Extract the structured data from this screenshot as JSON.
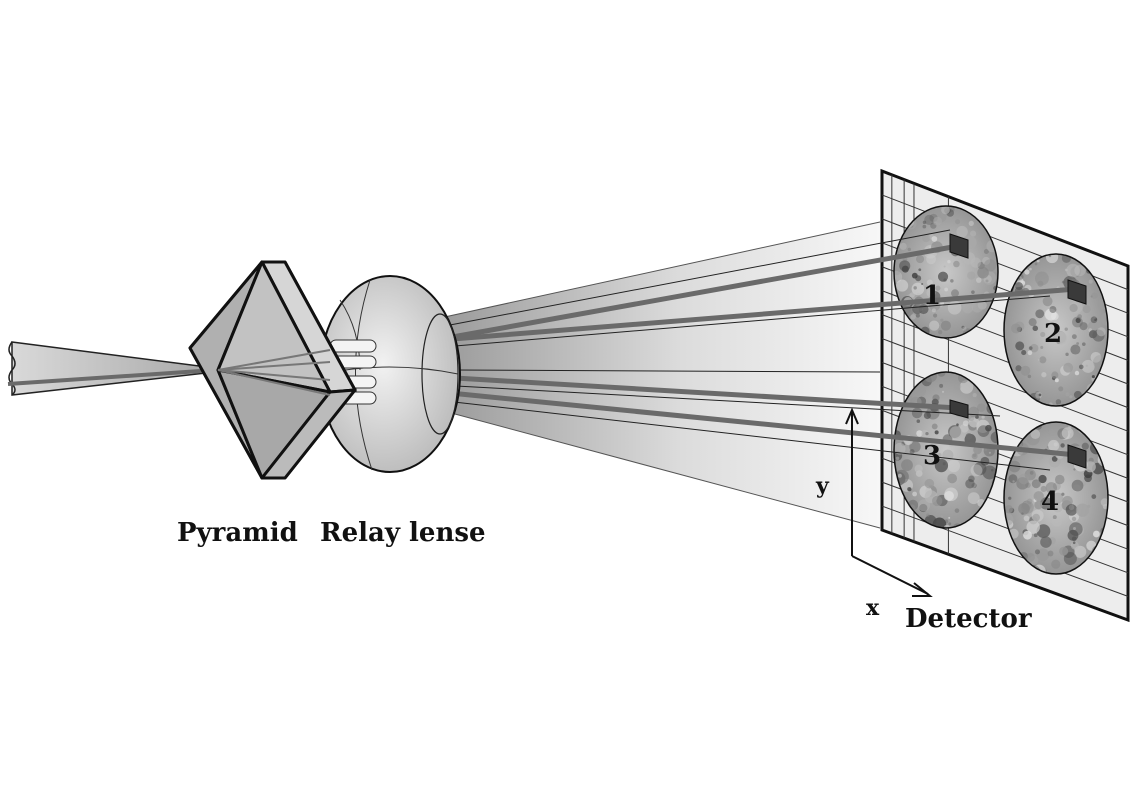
{
  "labels": {
    "pyramid": "Pyramid",
    "relay_lens": "Relay lense",
    "detector": "Detector",
    "axis_x": "x",
    "axis_y": "y"
  },
  "pupils": [
    {
      "number": "1"
    },
    {
      "number": "2"
    },
    {
      "number": "3"
    },
    {
      "number": "4"
    }
  ],
  "colors": {
    "outline": "#111111",
    "beam_core": "#6a6a6a",
    "prism_fill": "#bdbdbd",
    "lens_fill": "#d6d6d6",
    "detector_fill": "#ededed",
    "pupil_fill": "#9a9a9a"
  }
}
